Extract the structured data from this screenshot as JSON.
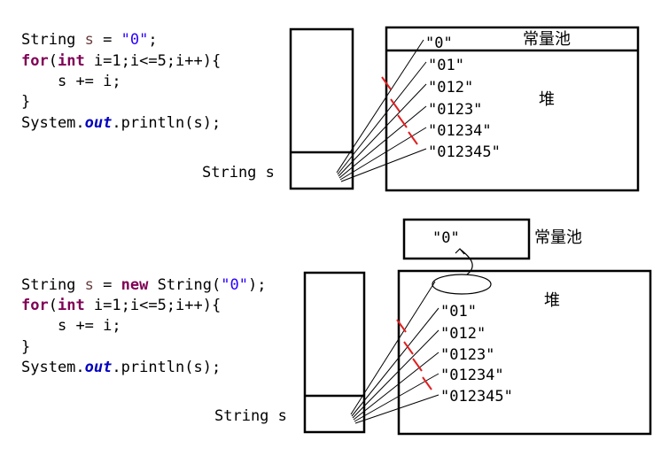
{
  "colors": {
    "keyword": "#7f0055",
    "string": "#2a00ff",
    "field": "#0000c0",
    "text": "#000000",
    "cut_mark": "#e02020"
  },
  "example1": {
    "code": {
      "line1": {
        "p1": "String ",
        "var": "s",
        "p2": " = ",
        "str": "\"0\"",
        "p3": ";"
      },
      "line2": {
        "kw_for": "for",
        "p1": "(",
        "kw_int": "int",
        "p2": " i=1;i<=5;i++){"
      },
      "line3": {
        "indent": "    ",
        "var": "s",
        "p1": " += i;"
      },
      "line4": {
        "p1": "}"
      },
      "line5": {
        "p1": "System.",
        "field": "out",
        "p2": ".println(s);"
      }
    },
    "stack_label": "String s",
    "pool_label": "常量池",
    "heap_label": "堆",
    "values": [
      "\"0\"",
      "\"01\"",
      "\"012\"",
      "\"0123\"",
      "\"01234\"",
      "\"012345\""
    ]
  },
  "example2": {
    "code": {
      "line1": {
        "p1": "String ",
        "var": "s",
        "p2": " = ",
        "kw_new": "new",
        "p3": " String(",
        "str": "\"0\"",
        "p4": ");"
      },
      "line2": {
        "kw_for": "for",
        "p1": "(",
        "kw_int": "int",
        "p2": " i=1;i<=5;i++){"
      },
      "line3": {
        "indent": "    ",
        "var": "s",
        "p1": " += i;"
      },
      "line4": {
        "p1": "}"
      },
      "line5": {
        "p1": "System.",
        "field": "out",
        "p2": ".println(s);"
      }
    },
    "stack_label": "String s",
    "pool_label": "常量池",
    "heap_label": "堆",
    "pool_value": "\"0\"",
    "values": [
      "\"01\"",
      "\"012\"",
      "\"0123\"",
      "\"01234\"",
      "\"012345\""
    ]
  }
}
